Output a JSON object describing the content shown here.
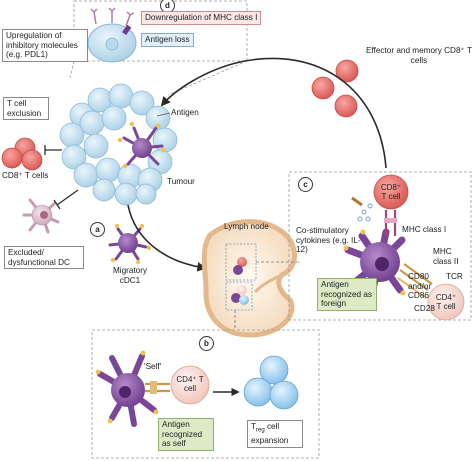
{
  "panels": {
    "a": "a",
    "b": "b",
    "c": "c",
    "d": "d"
  },
  "labels": {
    "upregulation": "Upregulation of inhibitory molecules (e.g. PDL1)",
    "downregulation": "Downregulation of MHC class I",
    "antigen_loss": "Antigen loss",
    "effector_cells": "Effector and memory CD8⁺ T cells",
    "t_cell_exclusion": "T cell exclusion",
    "cd8_t_cells": "CD8⁺ T cells",
    "antigen": "Antigen",
    "tumour": "Tumour",
    "excluded_dc": "Excluded/ dysfunctional DC",
    "migratory_cdc1": "Migratory cDC1",
    "lymph_node": "Lymph node",
    "costim_cytokines": "Co-stimulatory cytokines (e.g. IL-12)",
    "cd8_t_cell": "CD8⁺ T cell",
    "mhc_class_i": "MHC class I",
    "mhc_class_ii": "MHC class II",
    "tcr": "TCR",
    "cd80_cd86": "CD80 and/or CD86",
    "cd28": "CD28",
    "cd4_t_cell": "CD4⁺ T cell",
    "antigen_foreign": "Antigen recognized as foreign",
    "self": "'Self'",
    "antigen_self": "Antigen recognized as self",
    "treg_expansion_pre": "T",
    "treg_expansion_sub": "reg",
    "treg_expansion_post": " cell expansion"
  },
  "colors": {
    "tumour_cell": "#cfe5f3",
    "t_cell": "#e7736f",
    "dendritic_cell": "#8a55a6",
    "cd4_cell": "#f7d7d2",
    "treg_cell": "#a9d4f2",
    "arrow": "#2b2b2b",
    "green_box": "#dcebc6"
  }
}
